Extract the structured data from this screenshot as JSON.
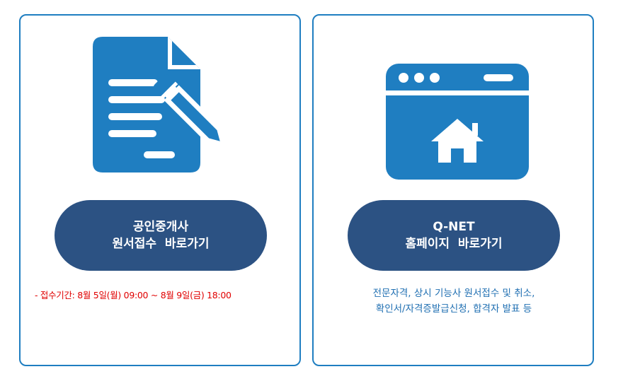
{
  "colors": {
    "border": "#1f7ec1",
    "icon": "#1f7ec1",
    "button": "#2c5283",
    "button_text": "#ffffff",
    "period_text": "#e00000",
    "desc_text": "#1f6fb2"
  },
  "cards": [
    {
      "icon": "document-edit-icon",
      "button_line1": "공인중개사",
      "button_line2": "원서접수  바로가기",
      "note": "- 접수기간: 8월 5일(월) 09:00 ~ 8월 9일(금) 18:00"
    },
    {
      "icon": "browser-home-icon",
      "button_line1": "Q-NET",
      "button_line2": "홈페이지  바로가기",
      "desc_line1": "전문자격, 상시 기능사 원서접수 및 취소,",
      "desc_line2": "확인서/자격증발급신청, 합격자 발표 등"
    }
  ]
}
